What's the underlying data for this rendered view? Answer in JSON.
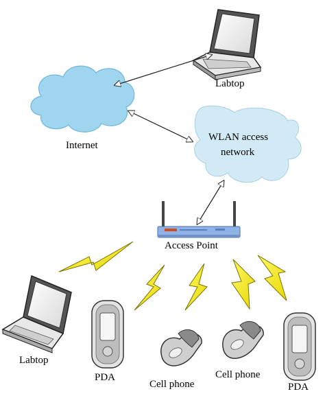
{
  "labels": {
    "laptop_top": "Labtop",
    "internet": "Internet",
    "wlan_line1": "WLAN access",
    "wlan_line2": "network",
    "access_point": "Access Point",
    "laptop_bottom": "Labtop",
    "pda_left": "PDA",
    "cell_left": "Cell phone",
    "cell_right": "Cell phone",
    "pda_right": "PDA"
  },
  "colors": {
    "cloud_internet": "#9fd5ef",
    "cloud_wlan": "#cfe8f3",
    "lightning": "#f7ee00",
    "device_gray": "#7a7a7a",
    "device_dark": "#3a3a3a",
    "router_blue": "#8fb3e6",
    "router_accent": "#d14a1c"
  }
}
